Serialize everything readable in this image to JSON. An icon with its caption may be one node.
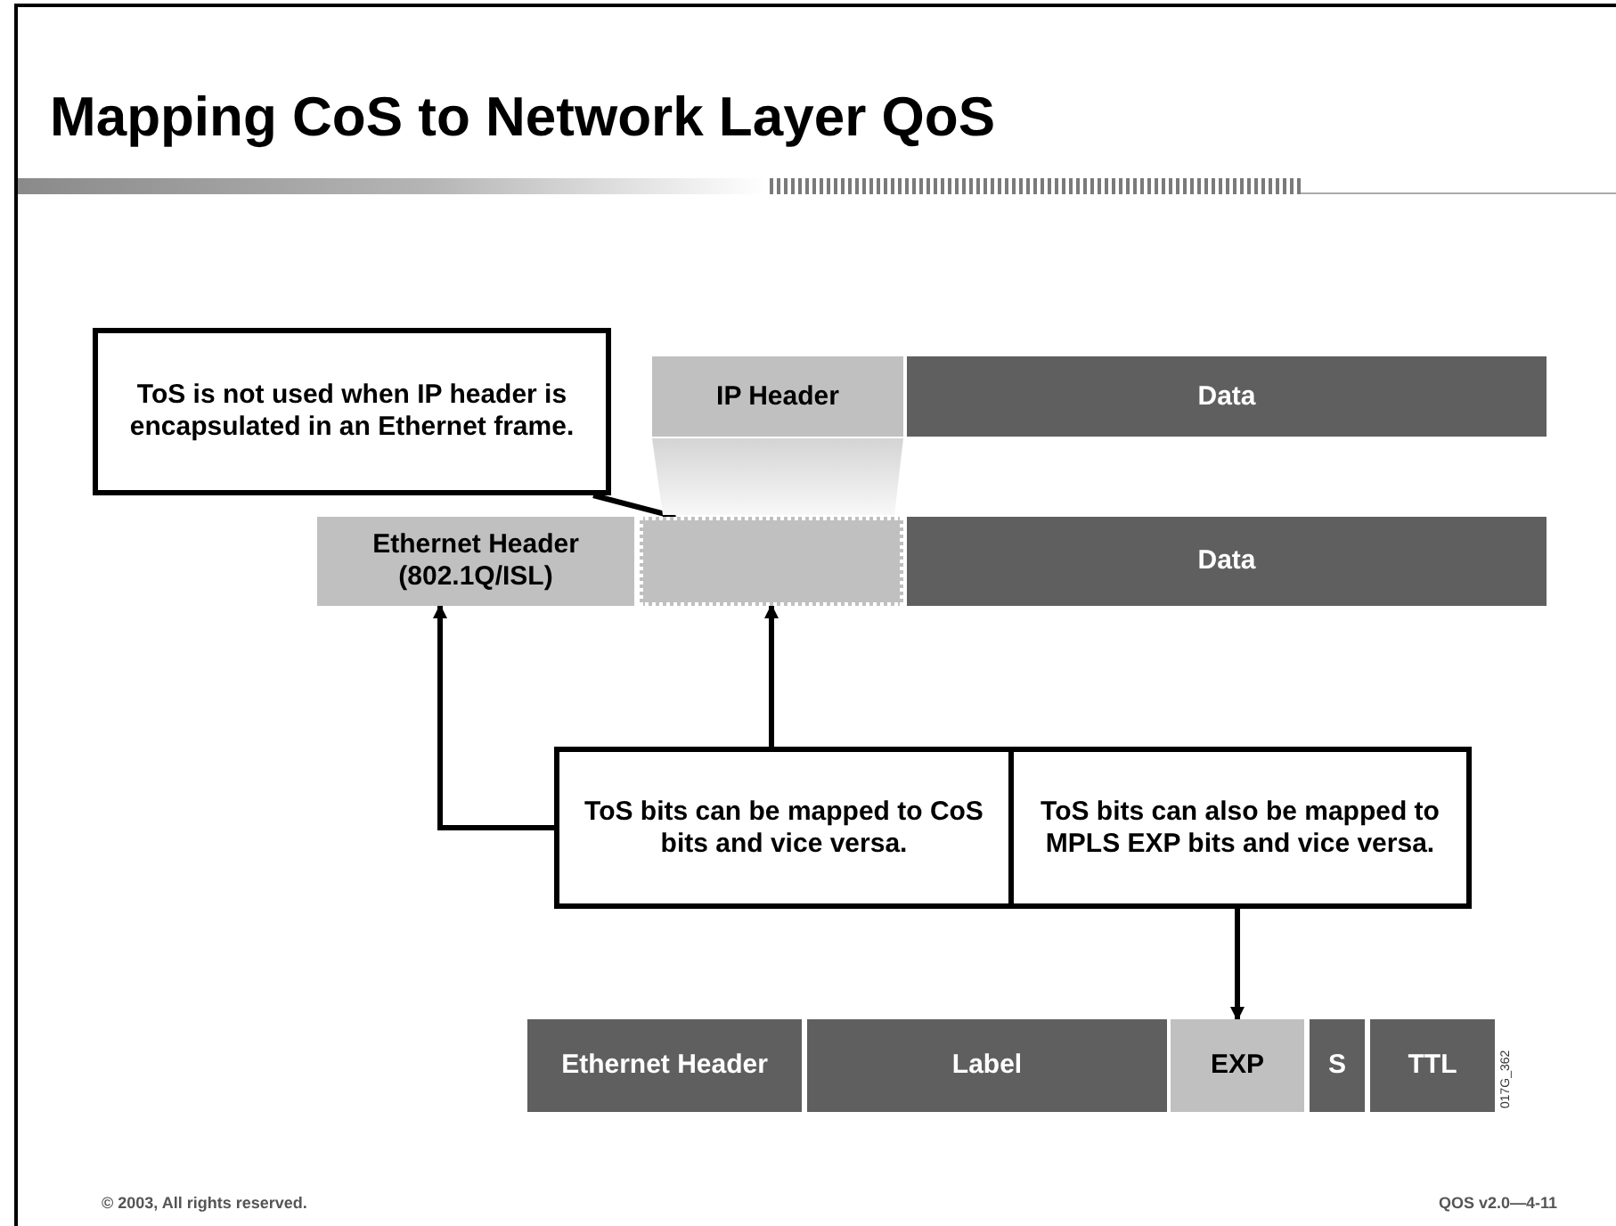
{
  "diagram": {
    "title": "Mapping CoS to Network Layer QoS",
    "nodes": [
      {
        "text": [
          "ToS is not used when IP header is encapsulated in an Ethernet frame."
        ]
      },
      {
        "text": [
          "IP Header"
        ]
      },
      {
        "text": [
          "Data"
        ]
      },
      {
        "text": [],
        "shape": "trapezoid"
      },
      {
        "text": [
          "Ethernet Header (802.1Q/ISL)"
        ]
      },
      {
        "text": [],
        "shape": "box"
      },
      {
        "text": [
          "Data"
        ]
      },
      {
        "text": [
          "ToS bits can be mapped to CoS bits and vice versa."
        ]
      },
      {
        "text": [
          "ToS bits can also be mapped to MPLS EXP bits and vice versa."
        ]
      },
      {
        "text": [
          "Ethernet Header"
        ]
      },
      {
        "text": [
          "Label"
        ]
      },
      {
        "text": [
          "EXP"
        ]
      },
      {
        "text": [
          "S"
        ]
      },
      {
        "text": [
          "TTL"
        ],
        "beside": [
          "017G_362"
        ]
      }
    ],
    "edges": [
      {
        "from": 0,
        "to": 5,
        "arrow": "to"
      },
      {
        "from": 7,
        "to": 4,
        "arrow": "to"
      },
      {
        "from": 7,
        "to": 5,
        "arrow": "to"
      },
      {
        "from": 8,
        "to": 11,
        "arrow": "to"
      }
    ],
    "labels": [
      "© 2003, All rights reserved.",
      "QOS v2.0—4-11"
    ]
  }
}
